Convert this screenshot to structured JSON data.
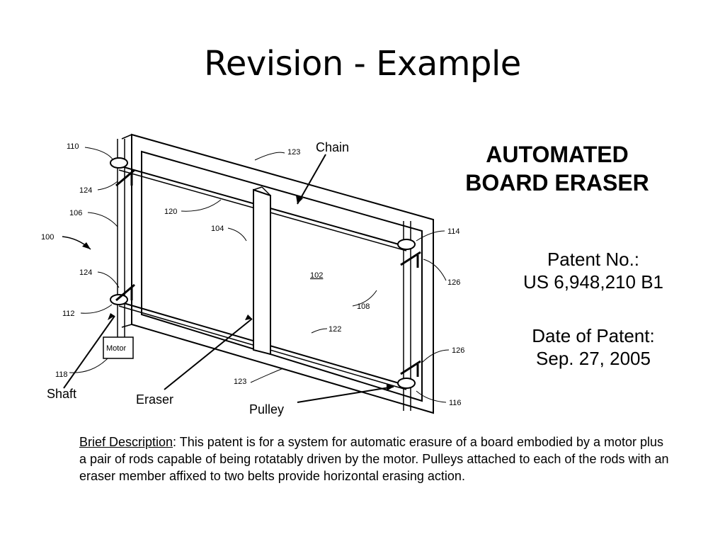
{
  "slide": {
    "title": "Revision - Example"
  },
  "figure": {
    "ref_numbers": {
      "r110": "110",
      "r124a": "124",
      "r106": "106",
      "r100": "100",
      "r124b": "124",
      "r112": "112",
      "r118": "118",
      "r123a": "123",
      "r120": "120",
      "r104": "104",
      "r102": "102",
      "r114": "114",
      "r126a": "126",
      "r108": "108",
      "r122": "122",
      "r126b": "126",
      "r123b": "123",
      "r116": "116"
    },
    "labels": {
      "chain": "Chain",
      "motor": "Motor",
      "shaft": "Shaft",
      "eraser": "Eraser",
      "pulley": "Pulley"
    }
  },
  "info": {
    "heading_line1": "AUTOMATED",
    "heading_line2": "BOARD ERASER",
    "patent_label": "Patent No.:",
    "patent_number": "US 6,948,210 B1",
    "date_label": "Date of Patent:",
    "date_value": "Sep. 27, 2005"
  },
  "description": {
    "label": "Brief Description",
    "text": ":  This patent is for a system for automatic erasure of a board embodied by a motor plus a pair of rods capable of being rotatably driven by the motor.  Pulleys attached to each of the rods with an eraser member affixed to two belts provide horizontal erasing action."
  }
}
